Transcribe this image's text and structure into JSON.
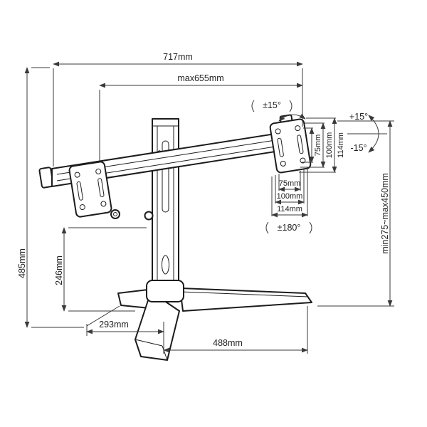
{
  "page": {
    "background": "#ffffff"
  },
  "diagram": {
    "name": "monitor-stand-dimension-drawing",
    "colors": {
      "outline": "#1c1c1c",
      "dimension_line": "#3a3a3a",
      "label_text": "#222222",
      "fill": "#ffffff"
    },
    "labels": {
      "overall_width": "717mm",
      "max_width": "max655mm",
      "overall_height": "485mm",
      "column_height": "246mm",
      "height_adjust_range": "min275~max450mm",
      "base_depth": "293mm",
      "base_width": "488mm",
      "tilt_range": "±15°",
      "tilt_up": "+15°",
      "tilt_down": "-15°",
      "swivel_range": "±180°",
      "vesa_side": {
        "hole": "75mm",
        "slot": "100mm",
        "plate": "114mm"
      },
      "vesa_front": {
        "hole": "75mm",
        "slot": "100mm",
        "plate": "114mm"
      }
    }
  }
}
